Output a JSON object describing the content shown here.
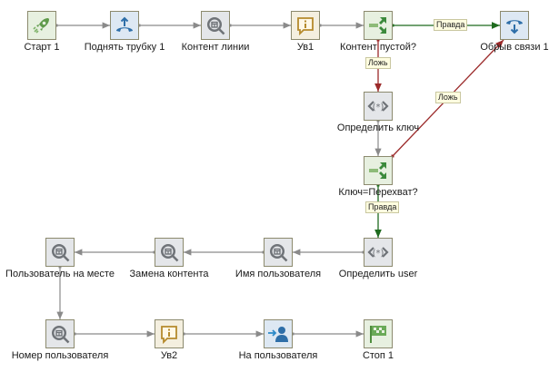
{
  "diagram": {
    "nodes": [
      {
        "id": "start1",
        "label": "Старт 1",
        "icon": "rocket-icon"
      },
      {
        "id": "pickup1",
        "label": "Поднять трубку 1",
        "icon": "phone-pickup-icon"
      },
      {
        "id": "line_content",
        "label": "Контент линии",
        "icon": "search-box-icon"
      },
      {
        "id": "uv1",
        "label": "Ув1",
        "icon": "notification-icon"
      },
      {
        "id": "content_empty",
        "label": "Контент пустой?",
        "icon": "branch-icon"
      },
      {
        "id": "hangup1",
        "label": "Обрыв связи 1",
        "icon": "phone-hangup-icon"
      },
      {
        "id": "define_key",
        "label": "Определить ключ",
        "icon": "code-icon"
      },
      {
        "id": "key_intercept",
        "label": "Ключ=Перехват?",
        "icon": "branch-icon"
      },
      {
        "id": "define_user",
        "label": "Определить user",
        "icon": "code-icon"
      },
      {
        "id": "user_name",
        "label": "Имя пользователя",
        "icon": "search-box-icon"
      },
      {
        "id": "replace_content",
        "label": "Замена контента",
        "icon": "search-box-icon"
      },
      {
        "id": "user_present",
        "label": "Пользователь на месте",
        "icon": "search-box-icon"
      },
      {
        "id": "user_number",
        "label": "Номер пользователя",
        "icon": "search-box-icon"
      },
      {
        "id": "uv2",
        "label": "Ув2",
        "icon": "notification-icon"
      },
      {
        "id": "to_user",
        "label": "На пользователя",
        "icon": "transfer-user-icon"
      },
      {
        "id": "stop1",
        "label": "Стоп 1",
        "icon": "finish-flag-icon"
      }
    ],
    "edges": [
      {
        "from": "start1",
        "to": "pickup1",
        "label": "",
        "kind": "normal"
      },
      {
        "from": "pickup1",
        "to": "line_content",
        "label": "",
        "kind": "normal"
      },
      {
        "from": "line_content",
        "to": "uv1",
        "label": "",
        "kind": "normal"
      },
      {
        "from": "uv1",
        "to": "content_empty",
        "label": "",
        "kind": "normal"
      },
      {
        "from": "content_empty",
        "to": "hangup1",
        "label": "Правда",
        "kind": "true"
      },
      {
        "from": "content_empty",
        "to": "define_key",
        "label": "Ложь",
        "kind": "false"
      },
      {
        "from": "define_key",
        "to": "key_intercept",
        "label": "",
        "kind": "normal"
      },
      {
        "from": "key_intercept",
        "to": "hangup1",
        "label": "Ложь",
        "kind": "false"
      },
      {
        "from": "key_intercept",
        "to": "define_user",
        "label": "Правда",
        "kind": "true"
      },
      {
        "from": "define_user",
        "to": "user_name",
        "label": "",
        "kind": "normal"
      },
      {
        "from": "user_name",
        "to": "replace_content",
        "label": "",
        "kind": "normal"
      },
      {
        "from": "replace_content",
        "to": "user_present",
        "label": "",
        "kind": "normal"
      },
      {
        "from": "user_present",
        "to": "user_number",
        "label": "",
        "kind": "normal"
      },
      {
        "from": "user_number",
        "to": "uv2",
        "label": "",
        "kind": "normal"
      },
      {
        "from": "uv2",
        "to": "to_user",
        "label": "",
        "kind": "normal"
      },
      {
        "from": "to_user",
        "to": "stop1",
        "label": "",
        "kind": "normal"
      }
    ],
    "colors": {
      "normal": "#8a8a8a",
      "true": "#1f6b1f",
      "false": "#9b2a2a"
    }
  }
}
